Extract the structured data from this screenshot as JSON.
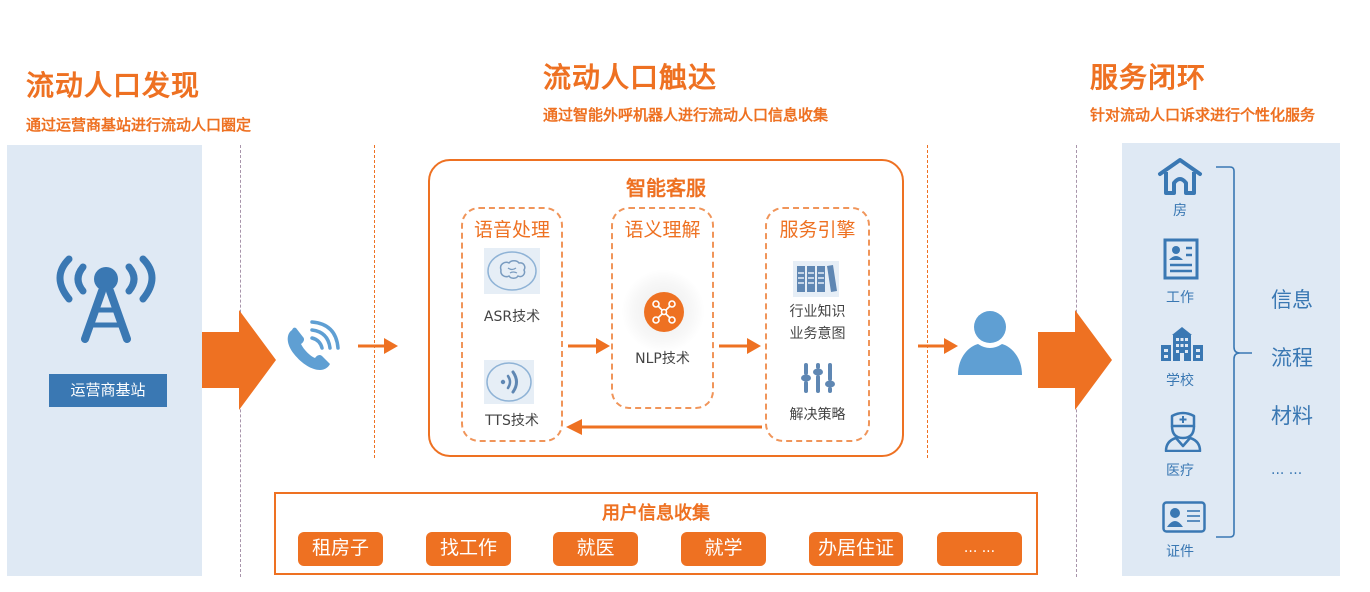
{
  "colors": {
    "accent_orange": "#ee7122",
    "icon_blue": "#3a78b3",
    "icon_light_blue": "#5f9fd3",
    "panel_blue": "#dfe9f4"
  },
  "sections": [
    {
      "title": "流动人口发现",
      "subtitle": "通过运营商基站进行流动人口圈定"
    },
    {
      "title": "流动人口触达",
      "subtitle": "通过智能外呼机器人进行流动人口信息收集"
    },
    {
      "title": "服务闭环",
      "subtitle": "针对流动人口诉求进行个性化服务"
    }
  ],
  "discovery": {
    "icon": "cell-tower-icon",
    "label": "运营商基站"
  },
  "reach": {
    "phone_icon": "phone-call-icon",
    "smart_service": {
      "title": "智能客服",
      "modules": [
        {
          "title": "语音处理",
          "items": [
            {
              "icon": "brain-icon",
              "label": "ASR技术"
            },
            {
              "icon": "sound-wave-icon",
              "label": "TTS技术"
            }
          ]
        },
        {
          "title": "语义理解",
          "items": [
            {
              "icon": "network-nodes-icon",
              "label": "NLP技术"
            }
          ]
        },
        {
          "title": "服务引擎",
          "items": [
            {
              "icon": "books-icon",
              "label_line1": "行业知识",
              "label_line2": "业务意图"
            },
            {
              "icon": "sliders-icon",
              "label": "解决策略"
            }
          ]
        }
      ]
    },
    "user_icon": "user-icon",
    "collection": {
      "title": "用户信息收集",
      "tags": [
        "租房子",
        "找工作",
        "就医",
        "就学",
        "办居住证",
        "... ..."
      ]
    }
  },
  "service_loop": {
    "services": [
      {
        "icon": "house-icon",
        "label": "房"
      },
      {
        "icon": "resume-icon",
        "label": "工作"
      },
      {
        "icon": "school-icon",
        "label": "学校"
      },
      {
        "icon": "doctor-icon",
        "label": "医疗"
      },
      {
        "icon": "id-card-icon",
        "label": "证件"
      }
    ],
    "outputs": [
      "信息",
      "流程",
      "材料",
      "... ..."
    ]
  }
}
